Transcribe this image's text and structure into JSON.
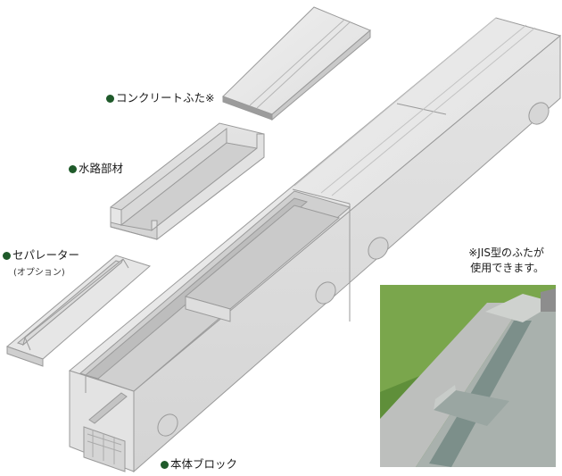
{
  "labels": {
    "cover": "コンクリートふた※",
    "channel": "水路部材",
    "separator": "セパレーター",
    "separator_sub": "(オプション)",
    "body_block": "本体ブロック"
  },
  "note": {
    "line1": "※JIS型のふたが",
    "line2": "使用できます。"
  },
  "colors": {
    "bullet": "#1f5a2a",
    "concrete_top": "#e8e8e8",
    "concrete_side": "#dcdcdc",
    "concrete_edge": "#9a9a9a",
    "grass": "#5f8f3a"
  }
}
